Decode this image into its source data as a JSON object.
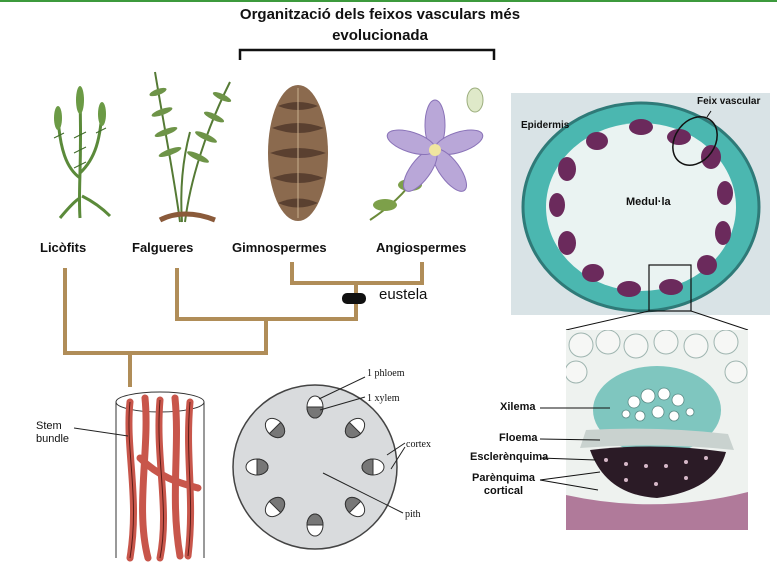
{
  "title": "Organització dels feixos vasculars més evolucionada",
  "taxa": [
    "Licòfits",
    "Falgueres",
    "Gimnospermes",
    "Angiospermes"
  ],
  "eustela_label": "eustela",
  "stem_labels": {
    "bundle": "Stem\nbundle"
  },
  "eustele_diagram_labels": {
    "phloem": "1 phloem",
    "xylem": "1 xylem",
    "cortex": "cortex",
    "pith": "pith"
  },
  "micrograph_labels": {
    "epidermis": "Epidermis",
    "feix_vascular": "Feix vascular",
    "medulla": "Medul·la"
  },
  "zoom_labels": [
    "Xilema",
    "Floema",
    "Esclerènquima",
    "Parènquima\ncortical"
  ],
  "colors": {
    "tree_line": "#b08d58",
    "accent_line": "#3c9a3c",
    "stem": "#c8564b",
    "stain_teal": "#4bb7b0",
    "stain_purple": "#6b2a5c"
  }
}
